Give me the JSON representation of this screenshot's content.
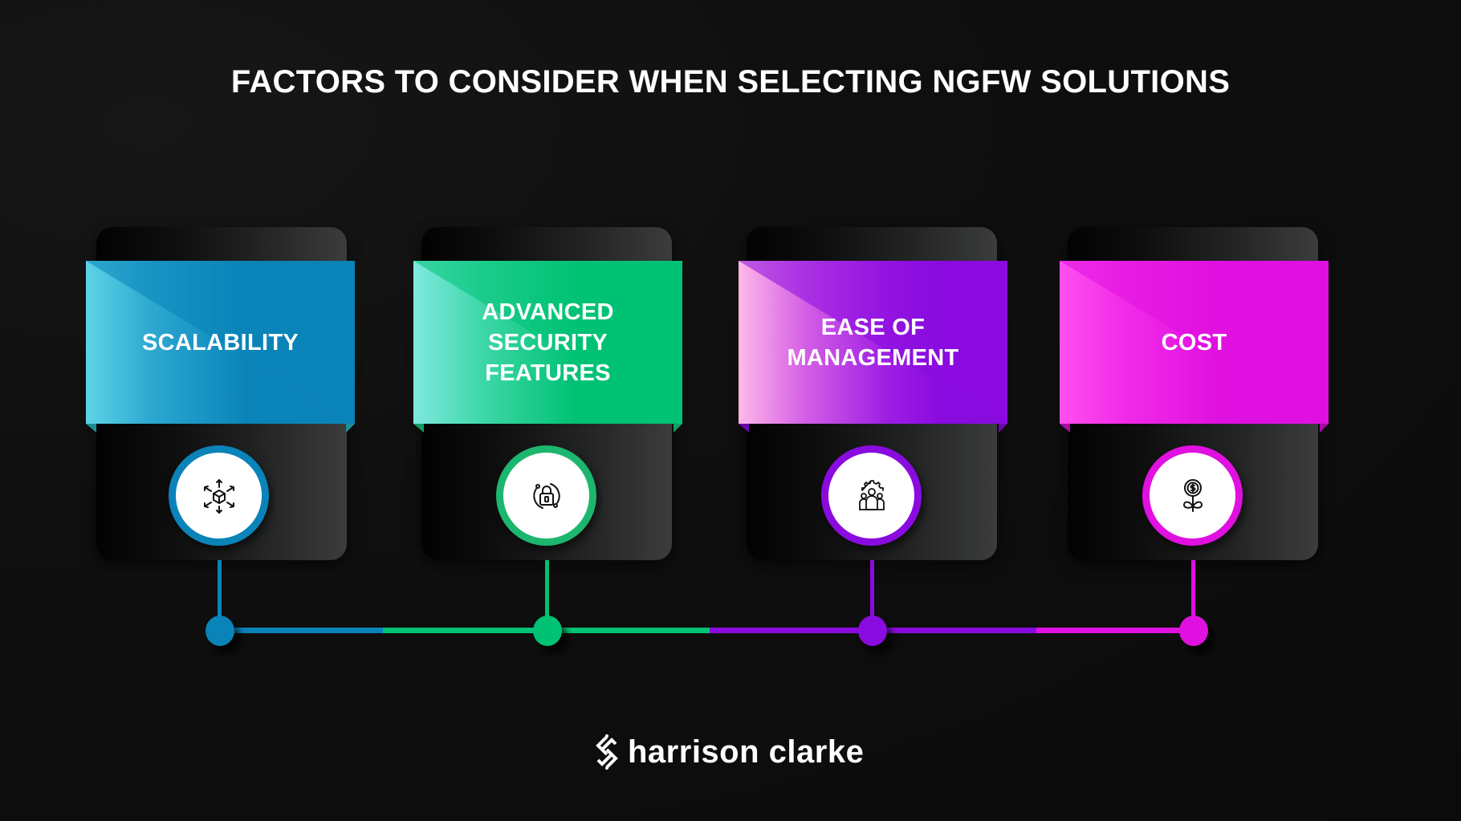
{
  "title": "FACTORS TO CONSIDER WHEN SELECTING NGFW SOLUTIONS",
  "factors": [
    {
      "label_lines": [
        "SCALABILITY"
      ],
      "label": "SCALABILITY",
      "icon": "scalability-cube-arrows-icon",
      "color": "#0A83B8",
      "color_light": "#5CD4E6"
    },
    {
      "label_lines": [
        "ADVANCED",
        "SECURITY",
        "FEATURES"
      ],
      "label": "ADVANCED SECURITY FEATURES",
      "icon": "security-lock-cycle-icon",
      "color": "#00C274",
      "color_light": "#7FE9E0"
    },
    {
      "label_lines": [
        "EASE OF",
        "MANAGEMENT"
      ],
      "label": "EASE OF MANAGEMENT",
      "icon": "management-team-gear-icon",
      "color": "#8A0BE0",
      "color_light": "#FFB8E8"
    },
    {
      "label_lines": [
        "COST"
      ],
      "label": "COST",
      "icon": "cost-money-plant-icon",
      "color": "#E010E0",
      "color_light": "#FF4FEF"
    }
  ],
  "timeline": {
    "segments": [
      {
        "from": 274,
        "to": 477,
        "color": "#0A83B8"
      },
      {
        "from": 477,
        "to": 884,
        "color": "#00C274"
      },
      {
        "from": 884,
        "to": 1291,
        "color": "#8A0BE0"
      },
      {
        "from": 1291,
        "to": 1487,
        "color": "#E010E0"
      }
    ]
  },
  "footer": {
    "brand": "harrison clarke"
  },
  "colors": {
    "background": "#0C0C0C",
    "text": "#FFFFFF"
  }
}
